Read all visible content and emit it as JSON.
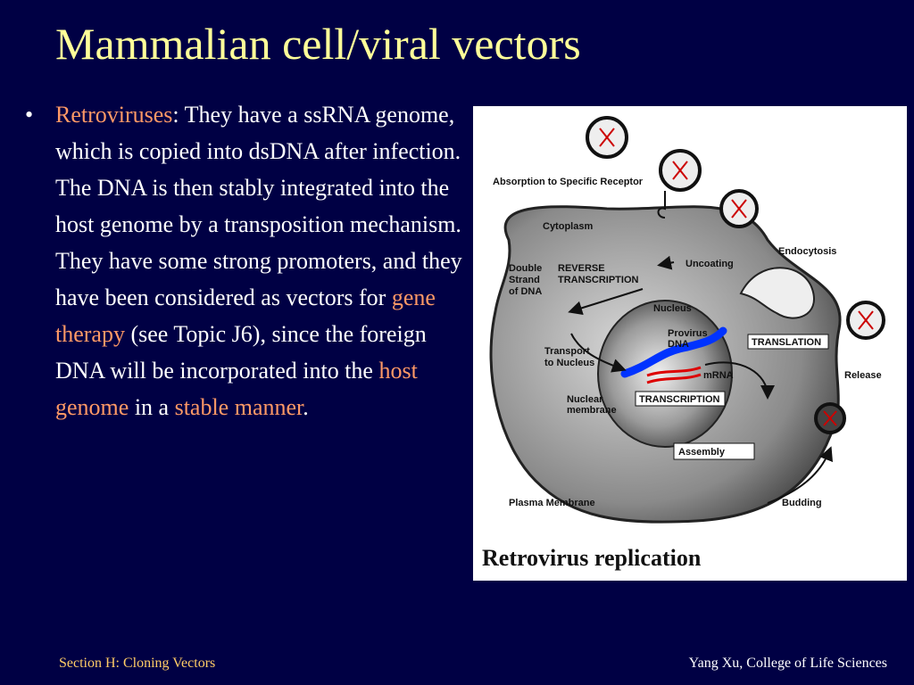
{
  "slide": {
    "title": "Mammalian cell/viral vectors",
    "bullet_char": "•",
    "bullet": {
      "term": "Retroviruses",
      "text1": ": They have a ssRNA genome, which is copied into dsDNA after infection. The DNA is then stably integrated into the host genome by a transposition mechanism. They have some strong promoters, and they have been considered as vectors for ",
      "hl1": "gene therapy",
      "text2": " (see Topic J6), since the foreign DNA will be incorporated into the ",
      "hl2": "host genome",
      "text3": " in a ",
      "hl3": "stable manner",
      "text4": "."
    }
  },
  "figure": {
    "caption": "Retrovirus replication",
    "labels": {
      "absorption": "Absorption to Specific Receptor",
      "cytoplasm": "Cytoplasm",
      "endocytosis": "Endocytosis",
      "double1": "Double",
      "double2": "Strand",
      "double3": "of DNA",
      "reverse1": "REVERSE",
      "reverse2": "TRANSCRIPTION",
      "uncoating": "Uncoating",
      "nucleus": "Nucleus",
      "provirus1": "Provirus",
      "provirus2": "DNA",
      "translation": "TRANSLATION",
      "transport1": "Transport",
      "transport2": "to Nucleus",
      "mrna": "mRNA",
      "release": "Release",
      "nuclear1": "Nuclear",
      "nuclear2": "membrane",
      "transcription": "TRANSCRIPTION",
      "assembly": "Assembly",
      "plasma": "Plasma Membrane",
      "budding": "Budding"
    }
  },
  "footer": {
    "left": "Section H: Cloning Vectors",
    "right": "Yang Xu, College of Life Sciences"
  }
}
